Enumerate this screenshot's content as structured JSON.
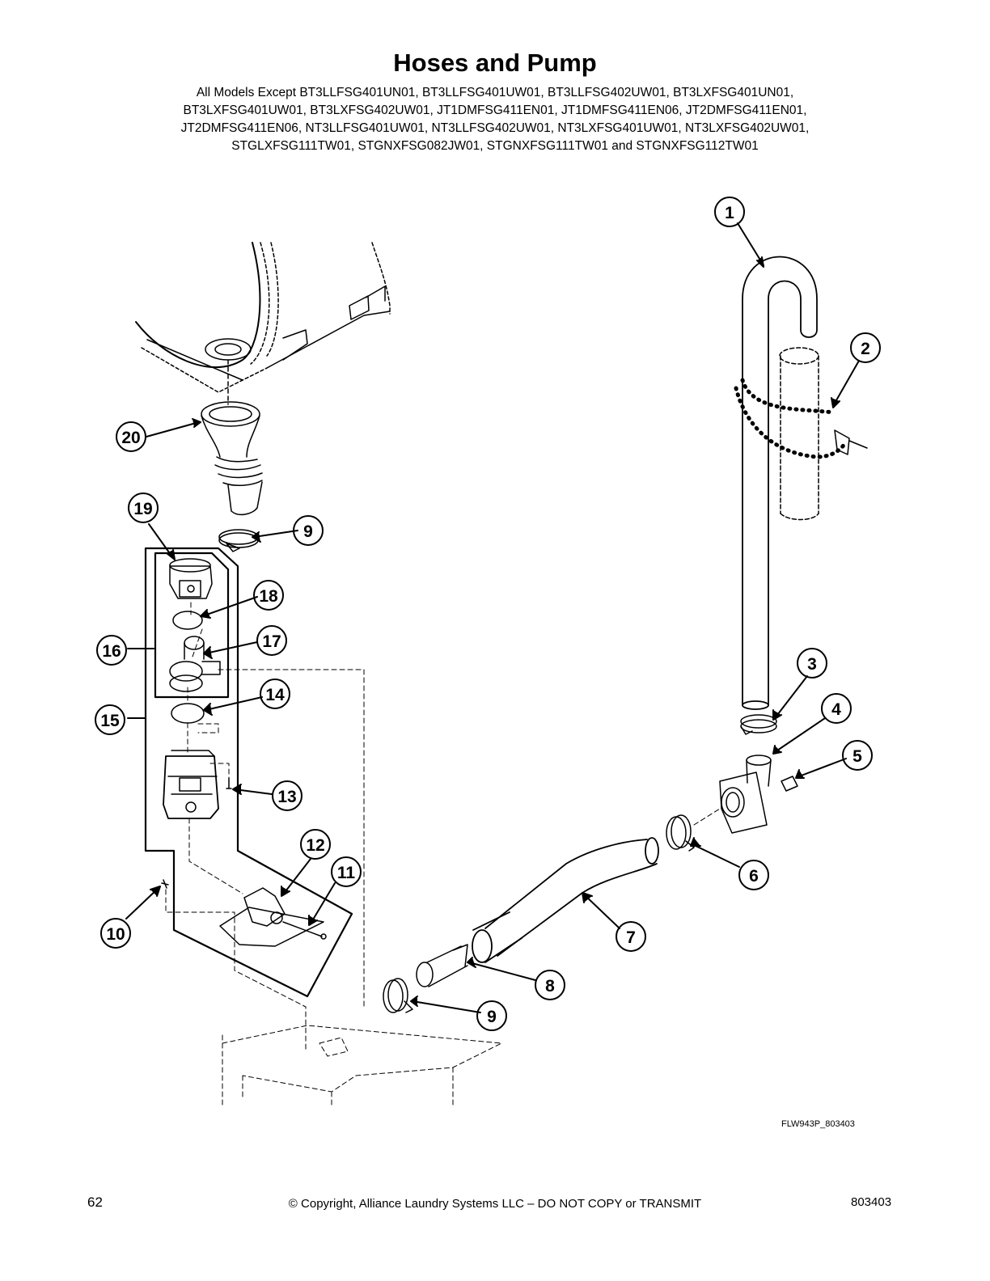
{
  "header": {
    "title": "Hoses and Pump",
    "subtitle_lines": [
      "All Models Except BT3LLFSG401UN01, BT3LLFSG401UW01, BT3LLFSG402UW01, BT3LXFSG401UN01,",
      "BT3LXFSG401UW01, BT3LXFSG402UW01, JT1DMFSG411EN01, JT1DMFSG411EN06, JT2DMFSG411EN01,",
      "JT2DMFSG411EN06, NT3LLFSG401UW01, NT3LLFSG402UW01, NT3LXFSG401UW01, NT3LXFSG402UW01,",
      "STGLXFSG111TW01, STGNXFSG082JW01, STGNXFSG111TW01 and STGNXFSG112TW01"
    ]
  },
  "callouts": [
    "1",
    "2",
    "3",
    "4",
    "5",
    "6",
    "7",
    "8",
    "9",
    "9",
    "10",
    "11",
    "12",
    "13",
    "14",
    "15",
    "16",
    "17",
    "18",
    "19",
    "20"
  ],
  "figure_id": "FLW943P_803403",
  "footer": {
    "page_number": "62",
    "copyright": "© Copyright, Alliance Laundry Systems LLC – DO NOT COPY or TRANSMIT",
    "doc_number": "803403"
  }
}
